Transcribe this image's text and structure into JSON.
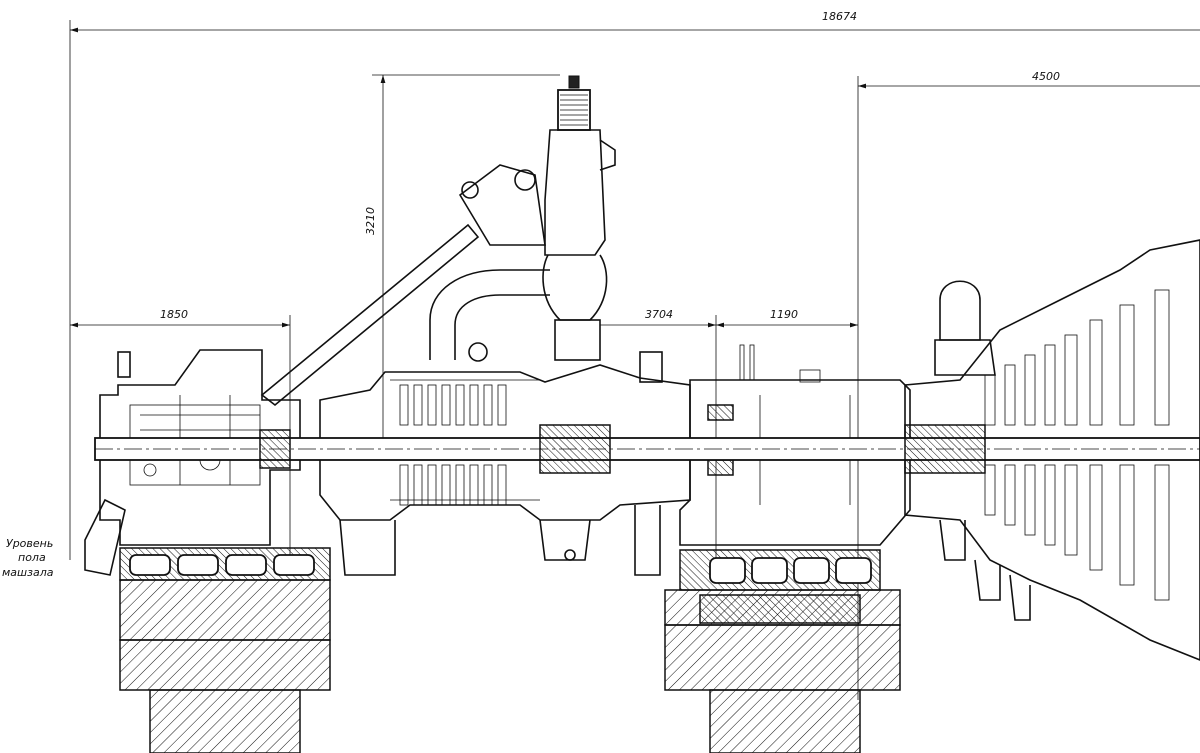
{
  "dimensions": {
    "overall_length": "18674",
    "right_section": "4500",
    "height": "3210",
    "front_bearing": "1850",
    "mid_section": "3704",
    "bearing_span": "1190"
  },
  "floor_label": {
    "line1": "Уровень",
    "line2": "пола",
    "line3": "машзала"
  }
}
